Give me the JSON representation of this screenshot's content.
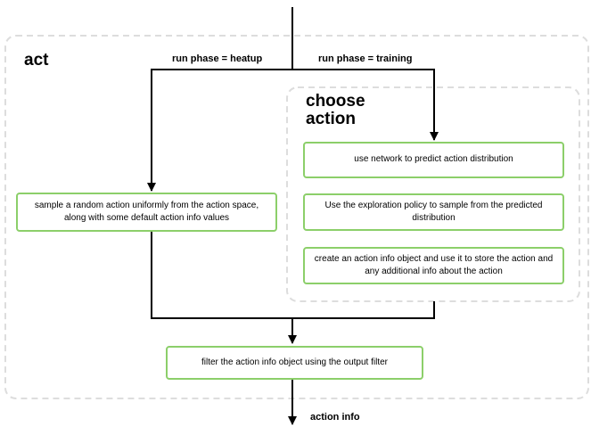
{
  "containers": {
    "act": {
      "title": "act"
    },
    "choose_action": {
      "title": "choose action"
    }
  },
  "edge_labels": {
    "heatup": "run phase = heatup",
    "training": "run phase = training",
    "output": "action info"
  },
  "nodes": {
    "sample_random": "sample a random action uniformly from the action space, along with some default action info values",
    "predict_distribution": "use network to predict action distribution",
    "exploration_policy": "Use the exploration policy to sample from the predicted distribution",
    "action_info_object": "create an action info object and use it to store the action and any additional info about the action",
    "filter_output": "filter the action info object using the output filter"
  },
  "colors": {
    "node_border": "#8ccf6a",
    "container_border": "#dddddd",
    "edge": "#000000"
  }
}
